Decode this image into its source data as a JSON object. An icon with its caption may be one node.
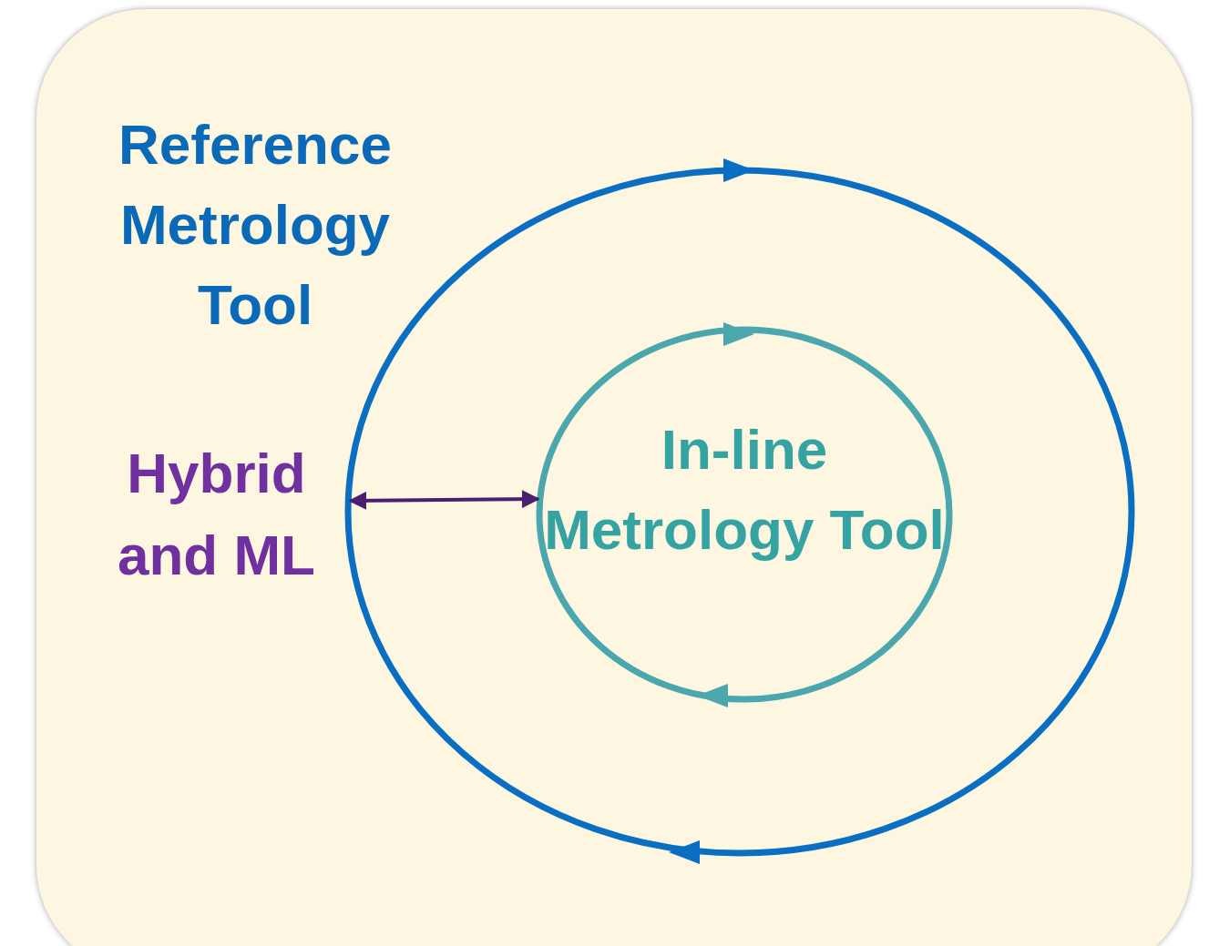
{
  "diagram": {
    "nodes": [
      {
        "text": [
          "Reference Metrology Tool"
        ]
      },
      {
        "text": [
          "In-line Metrology Tool"
        ],
        "in": 0
      }
    ],
    "edges": [
      {
        "from": 0,
        "to": 1,
        "arrow": "both"
      }
    ],
    "labels": [
      "Hybrid and ML"
    ]
  }
}
